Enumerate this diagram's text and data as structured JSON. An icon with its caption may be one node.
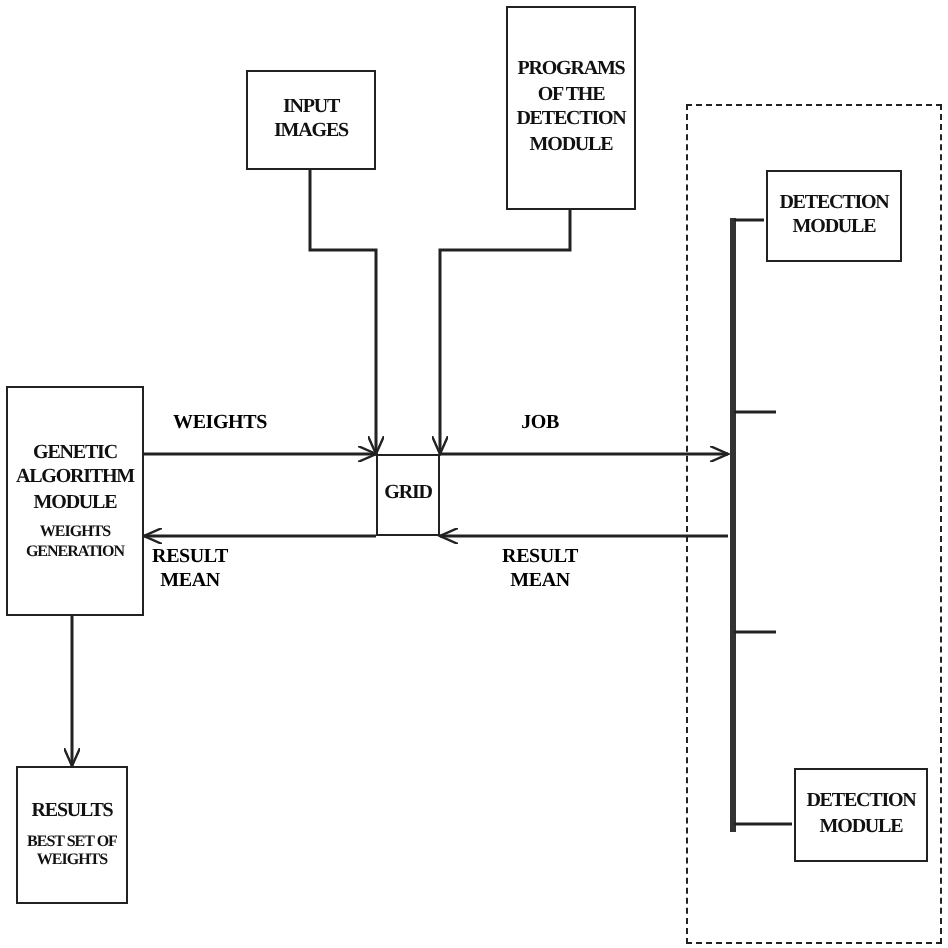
{
  "diagram": {
    "nodes": [
      {
        "text": [
          "PROGRAMS OF THE DETECTION MODULE"
        ]
      },
      {
        "text": [
          "INPUT IMAGES"
        ]
      },
      {
        "text": [],
        "shape": "box"
      },
      {
        "text": [
          "DETECTION MODULE"
        ],
        "in": 2
      },
      {
        "text": [],
        "shape": "bar",
        "in": 2
      },
      {
        "text": [
          "DETECTION MODULE"
        ],
        "in": 2
      },
      {
        "text": [
          "GENETIC ALGORITHM MODULE",
          "WEIGHTS GENERATION"
        ]
      },
      {
        "text": [
          "GRID"
        ]
      },
      {
        "text": [
          "RESULTS",
          "BEST SET OF WEIGHTS"
        ]
      }
    ],
    "edges": [
      {
        "from": 1,
        "to": 7,
        "arrow": "to"
      },
      {
        "from": 0,
        "to": 7,
        "arrow": "to"
      },
      {
        "from": 6,
        "to": 7,
        "arrow": "to",
        "label": "WEIGHTS"
      },
      {
        "from": 7,
        "to": 4,
        "arrow": "to",
        "label": "JOB"
      },
      {
        "from": 4,
        "to": 7,
        "arrow": "to",
        "label": "RESULT MEAN"
      },
      {
        "from": 7,
        "to": 6,
        "arrow": "to",
        "label": "RESULT MEAN"
      },
      {
        "from": 6,
        "to": 8,
        "arrow": "to"
      },
      {
        "from": 4,
        "to": 3,
        "arrow": "none"
      },
      {
        "from": 4,
        "to": 5,
        "arrow": "none"
      }
    ]
  }
}
